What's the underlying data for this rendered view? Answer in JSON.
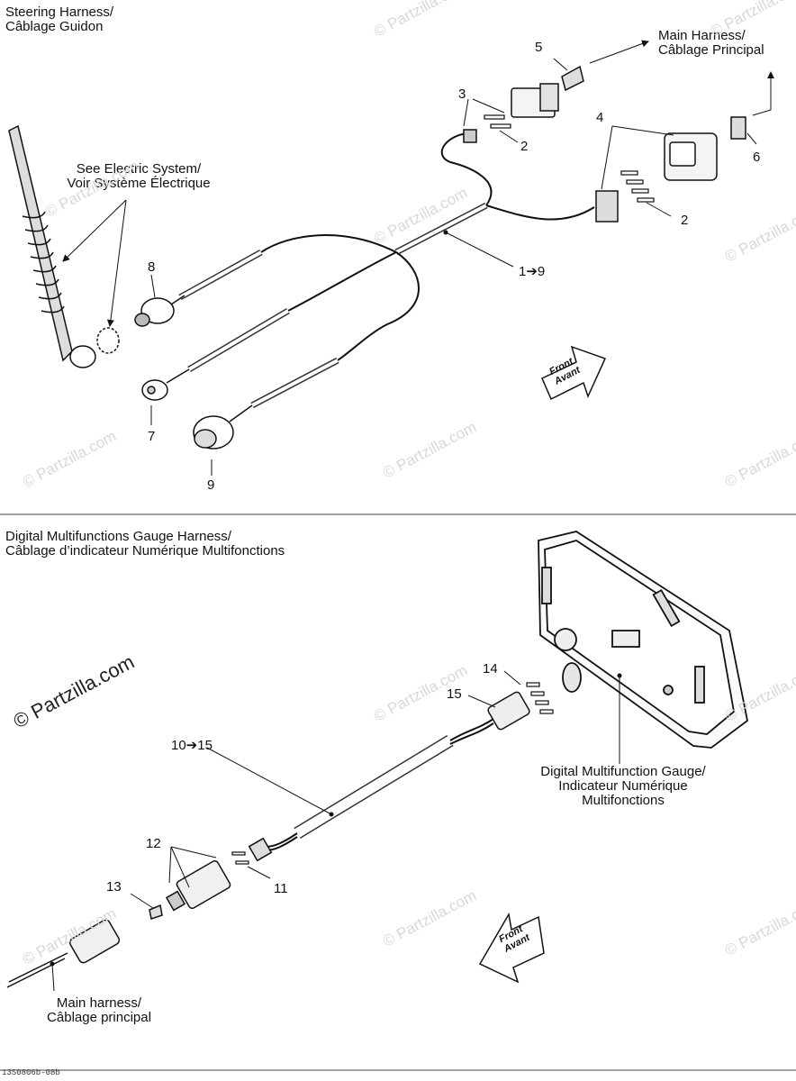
{
  "top_section": {
    "title_en": "Steering Harness/",
    "title_fr": "Câblage Guidon",
    "labels": {
      "main_harness_en": "Main Harness/",
      "main_harness_fr": "Câblage Principal",
      "see_electric_en": "See Electric System/",
      "see_electric_fr": "Voir Système Électrique",
      "front_en": "Front",
      "front_fr": "Avant"
    },
    "part_numbers": {
      "p5": "5",
      "p3": "3",
      "p2a": "2",
      "p4": "4",
      "p6": "6",
      "p2b": "2",
      "p8": "8",
      "p1to9": "1➔9",
      "p7": "7",
      "p9": "9"
    }
  },
  "bottom_section": {
    "title_en": "Digital Multifunctions Gauge Harness/",
    "title_fr": "Câblage d’indicateur Numérique Multifonctions",
    "labels": {
      "gauge_l1": "Digital Multifunction Gauge/",
      "gauge_l2": "Indicateur Numérique",
      "gauge_l3": "Multifonctions",
      "main_harness_en": "Main harness/",
      "main_harness_fr": "Câblage principal",
      "front_en": "Front",
      "front_fr": "Avant"
    },
    "part_numbers": {
      "p14": "14",
      "p15": "15",
      "p10to15": "10➔15",
      "p12": "12",
      "p11": "11",
      "p13": "13"
    }
  },
  "watermarks": {
    "faint": "© Partzilla.com",
    "strong": "© Partzilla.com"
  },
  "footer_code": "13S0806b-08b"
}
